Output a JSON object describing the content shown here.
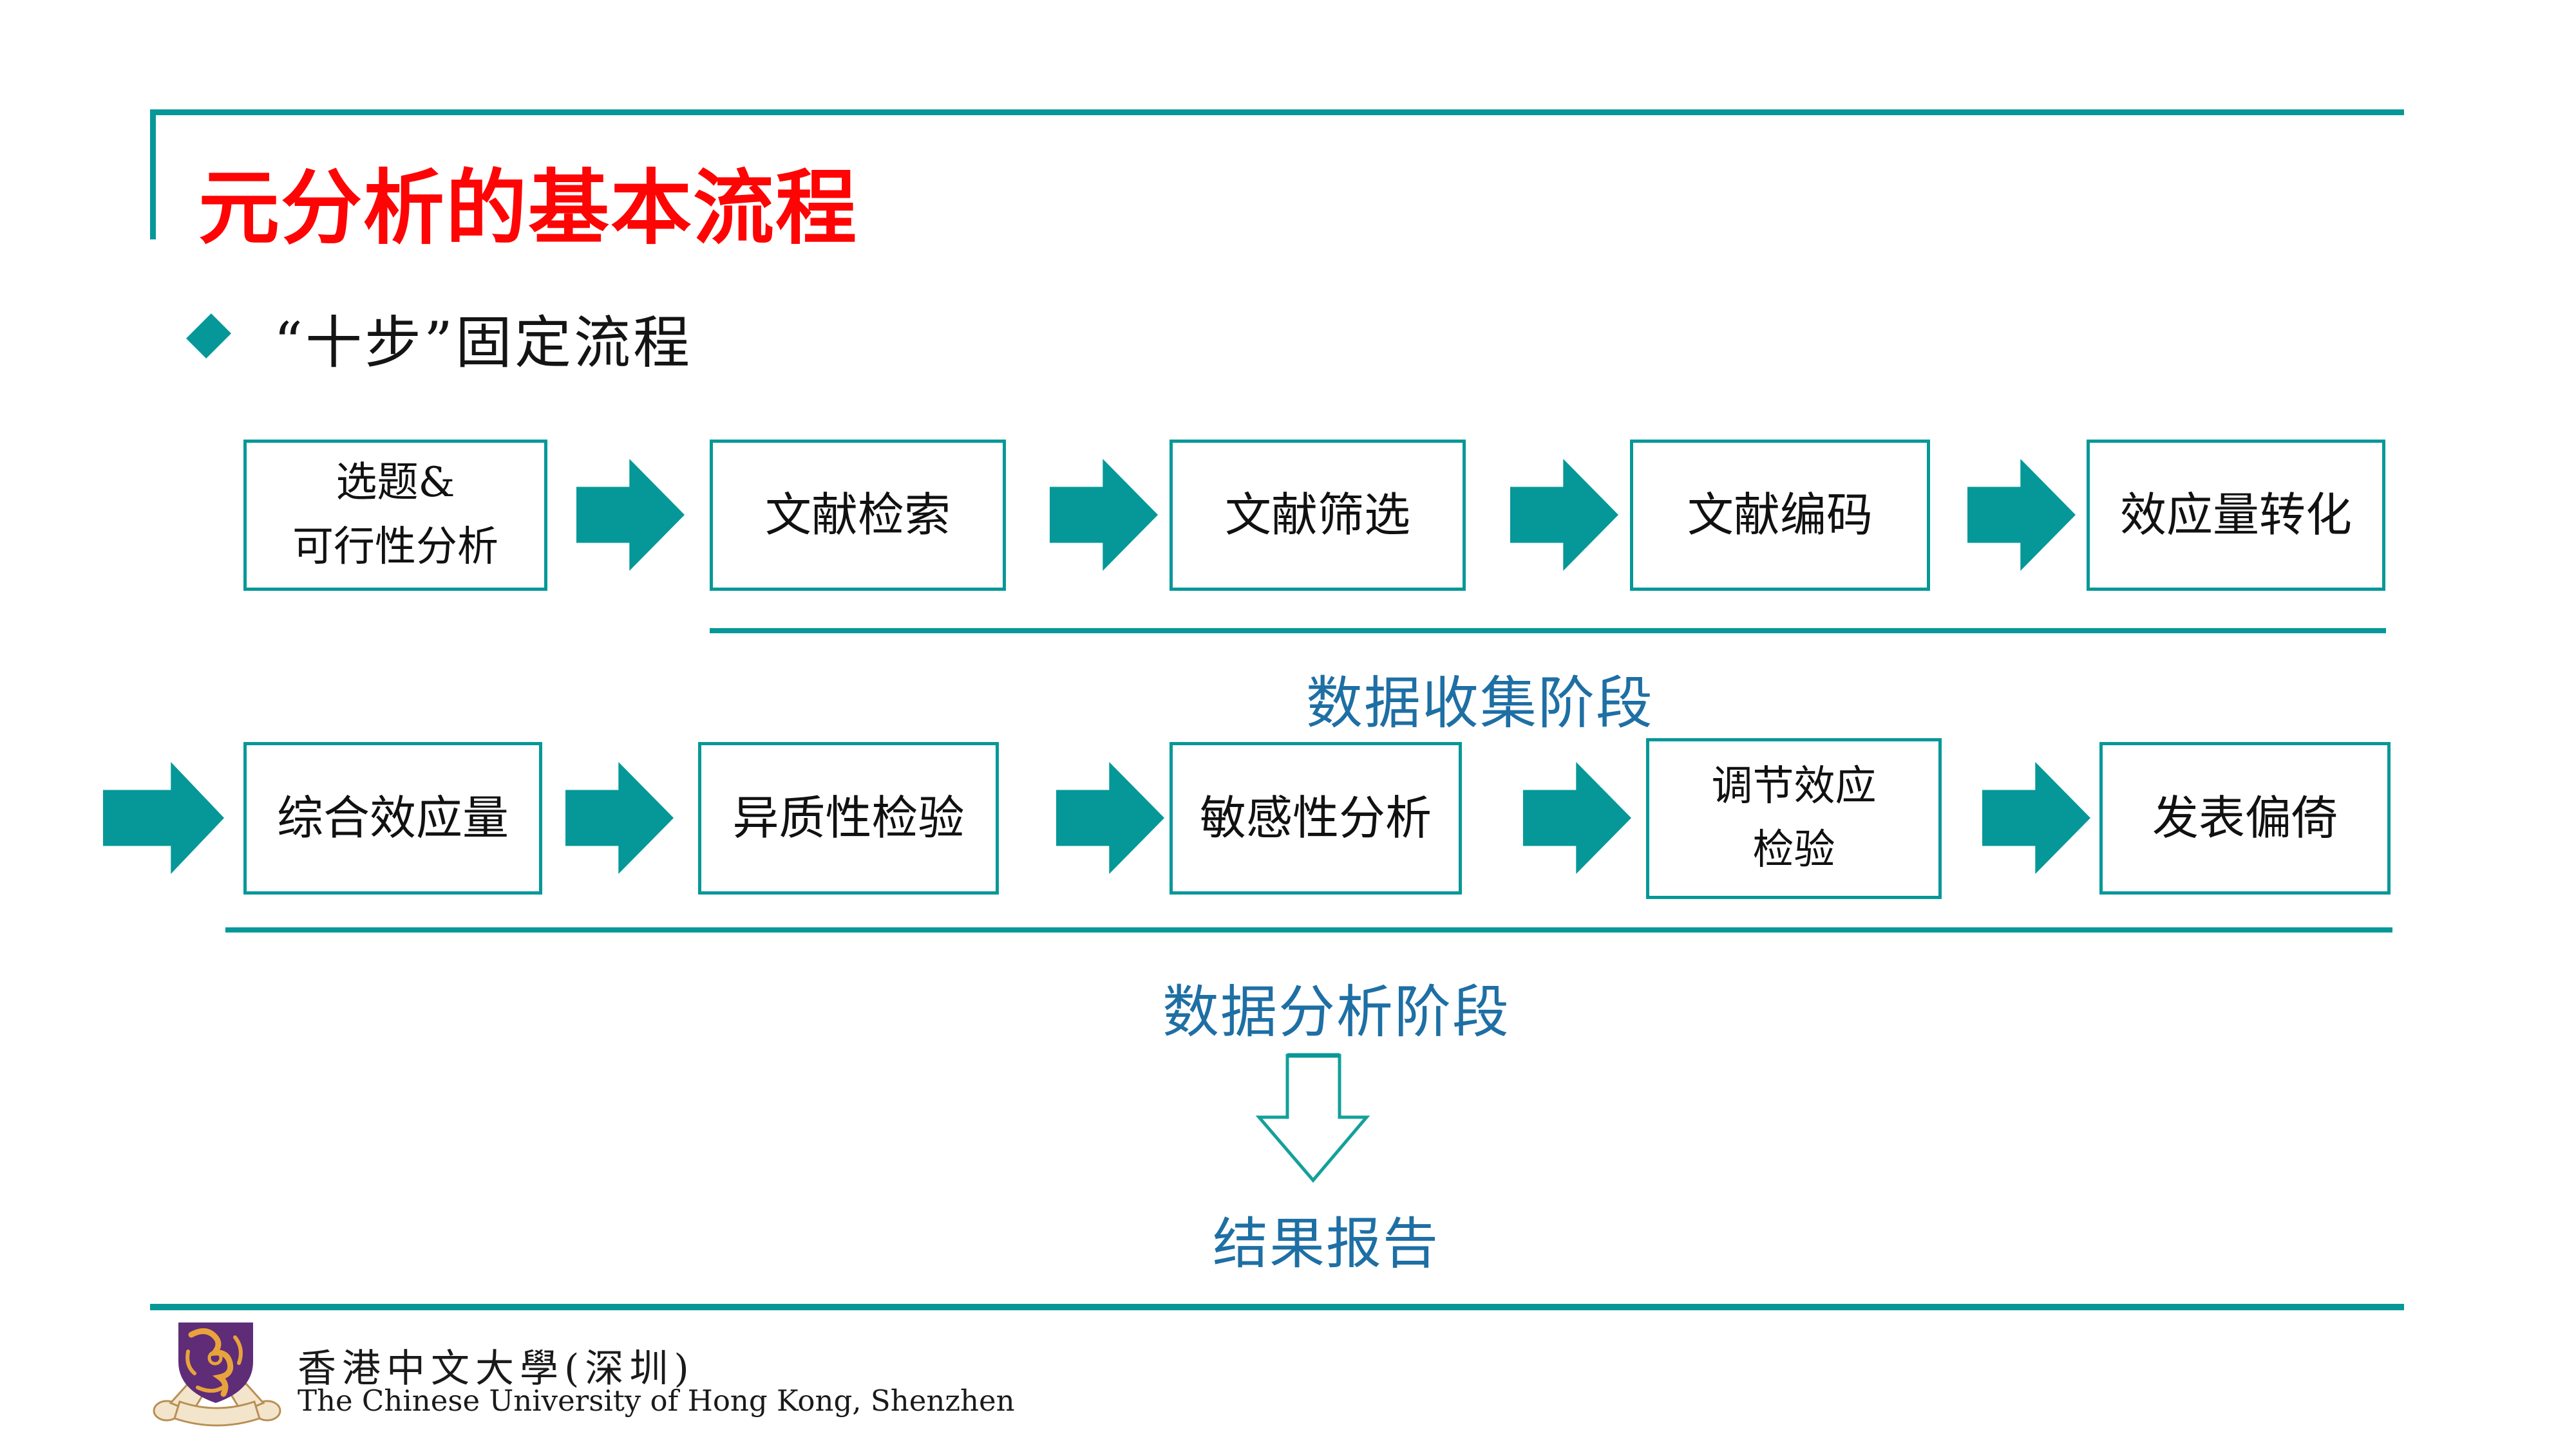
{
  "slide": {
    "title": "元分析的基本流程",
    "bullet_text": "“十步”固定流程",
    "stage1_label": "数据收集阶段",
    "stage2_label": "数据分析阶段",
    "result_label": "结果报告"
  },
  "flow": {
    "row1": [
      {
        "l1": "选题&",
        "l2": "可行性分析"
      },
      {
        "l1": "文献检索"
      },
      {
        "l1": "文献筛选"
      },
      {
        "l1": "文献编码"
      },
      {
        "l1": "效应量转化"
      }
    ],
    "row2": [
      {
        "l1": "综合效应量"
      },
      {
        "l1": "异质性检验"
      },
      {
        "l1": "敏感性分析"
      },
      {
        "l1": "调节效应",
        "l2": "检验"
      },
      {
        "l1": "发表偏倚"
      }
    ]
  },
  "footer": {
    "university_cn": "香港中文大學(深圳)",
    "university_en": "The Chinese University of Hong Kong, Shenzhen"
  },
  "colors": {
    "teal_accent": "#069898",
    "title_red": "#FE0404",
    "stage_blue": "#1E6FA4",
    "text_black": "#1A1A1A",
    "logo_purple": "#5F2C77",
    "logo_gold": "#E8A33C",
    "logo_scroll_beige": "#F3E5CC"
  }
}
